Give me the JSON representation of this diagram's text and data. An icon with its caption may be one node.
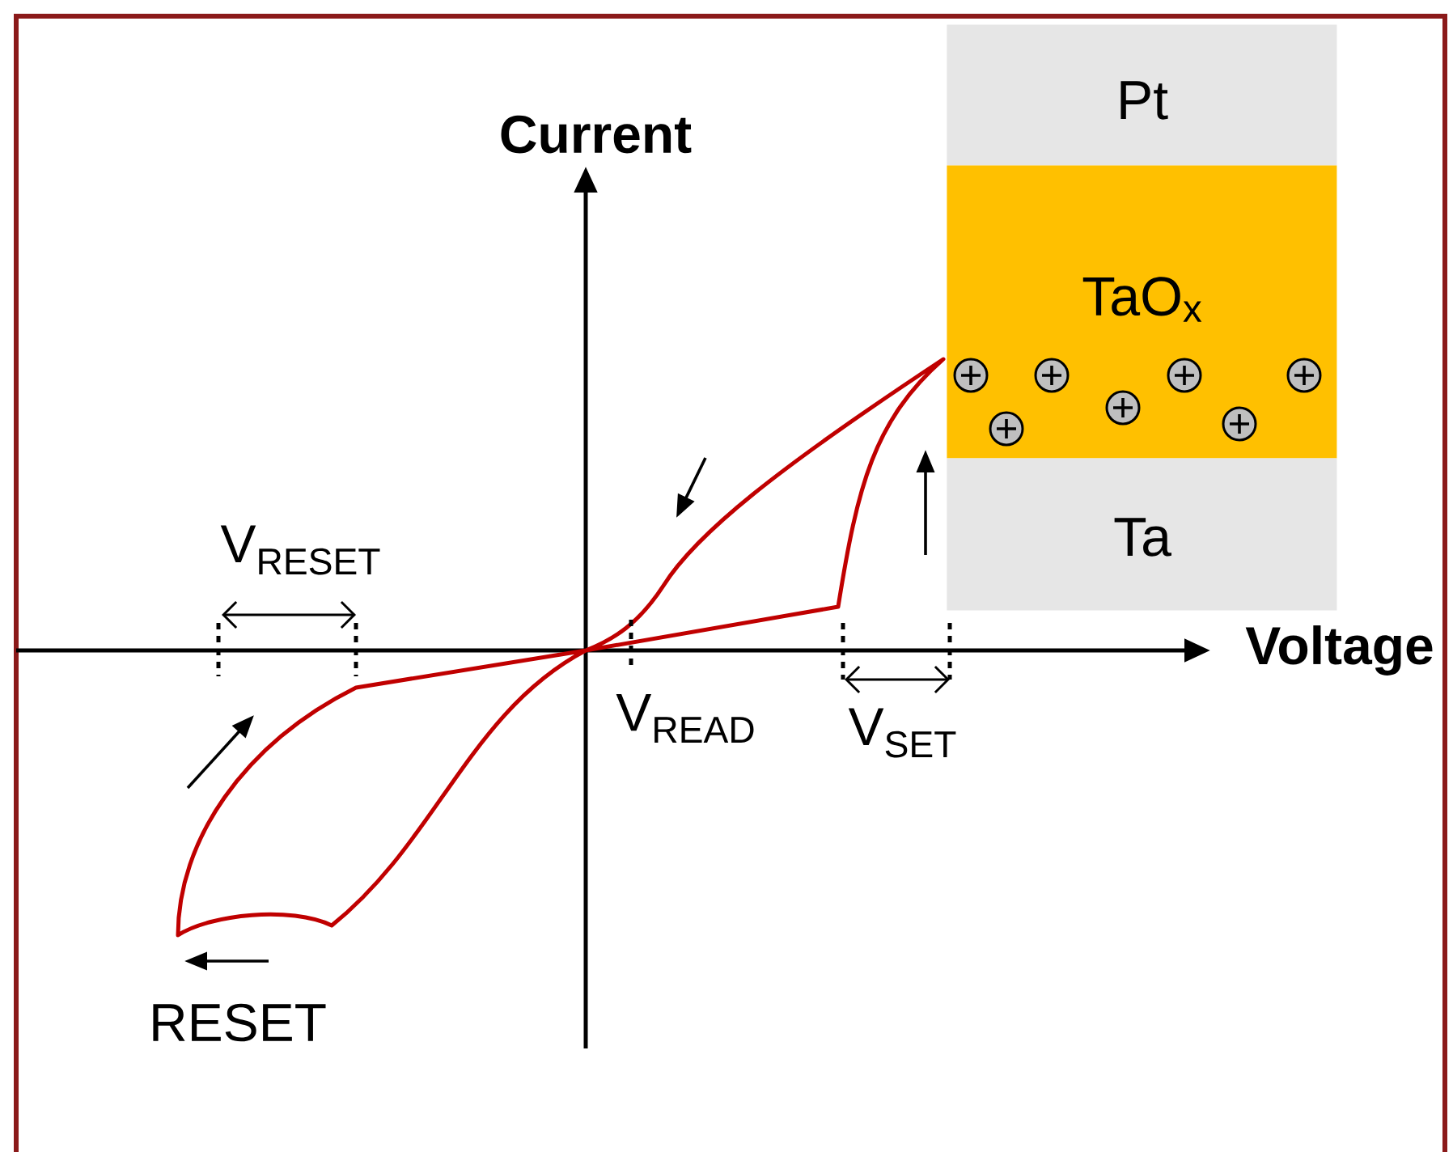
{
  "diagram": {
    "nodes": [
      {
        "text": [
          "Pt"
        ]
      },
      {
        "text": [
          "TaO$_{x}$"
        ]
      },
      {
        "text": [
          "Ta"
        ]
      }
    ],
    "labels": [
      "Current",
      "Voltage",
      "V$_{RESET}$",
      "V$_{READ}$",
      "V$_{SET}$",
      "RESET"
    ]
  }
}
